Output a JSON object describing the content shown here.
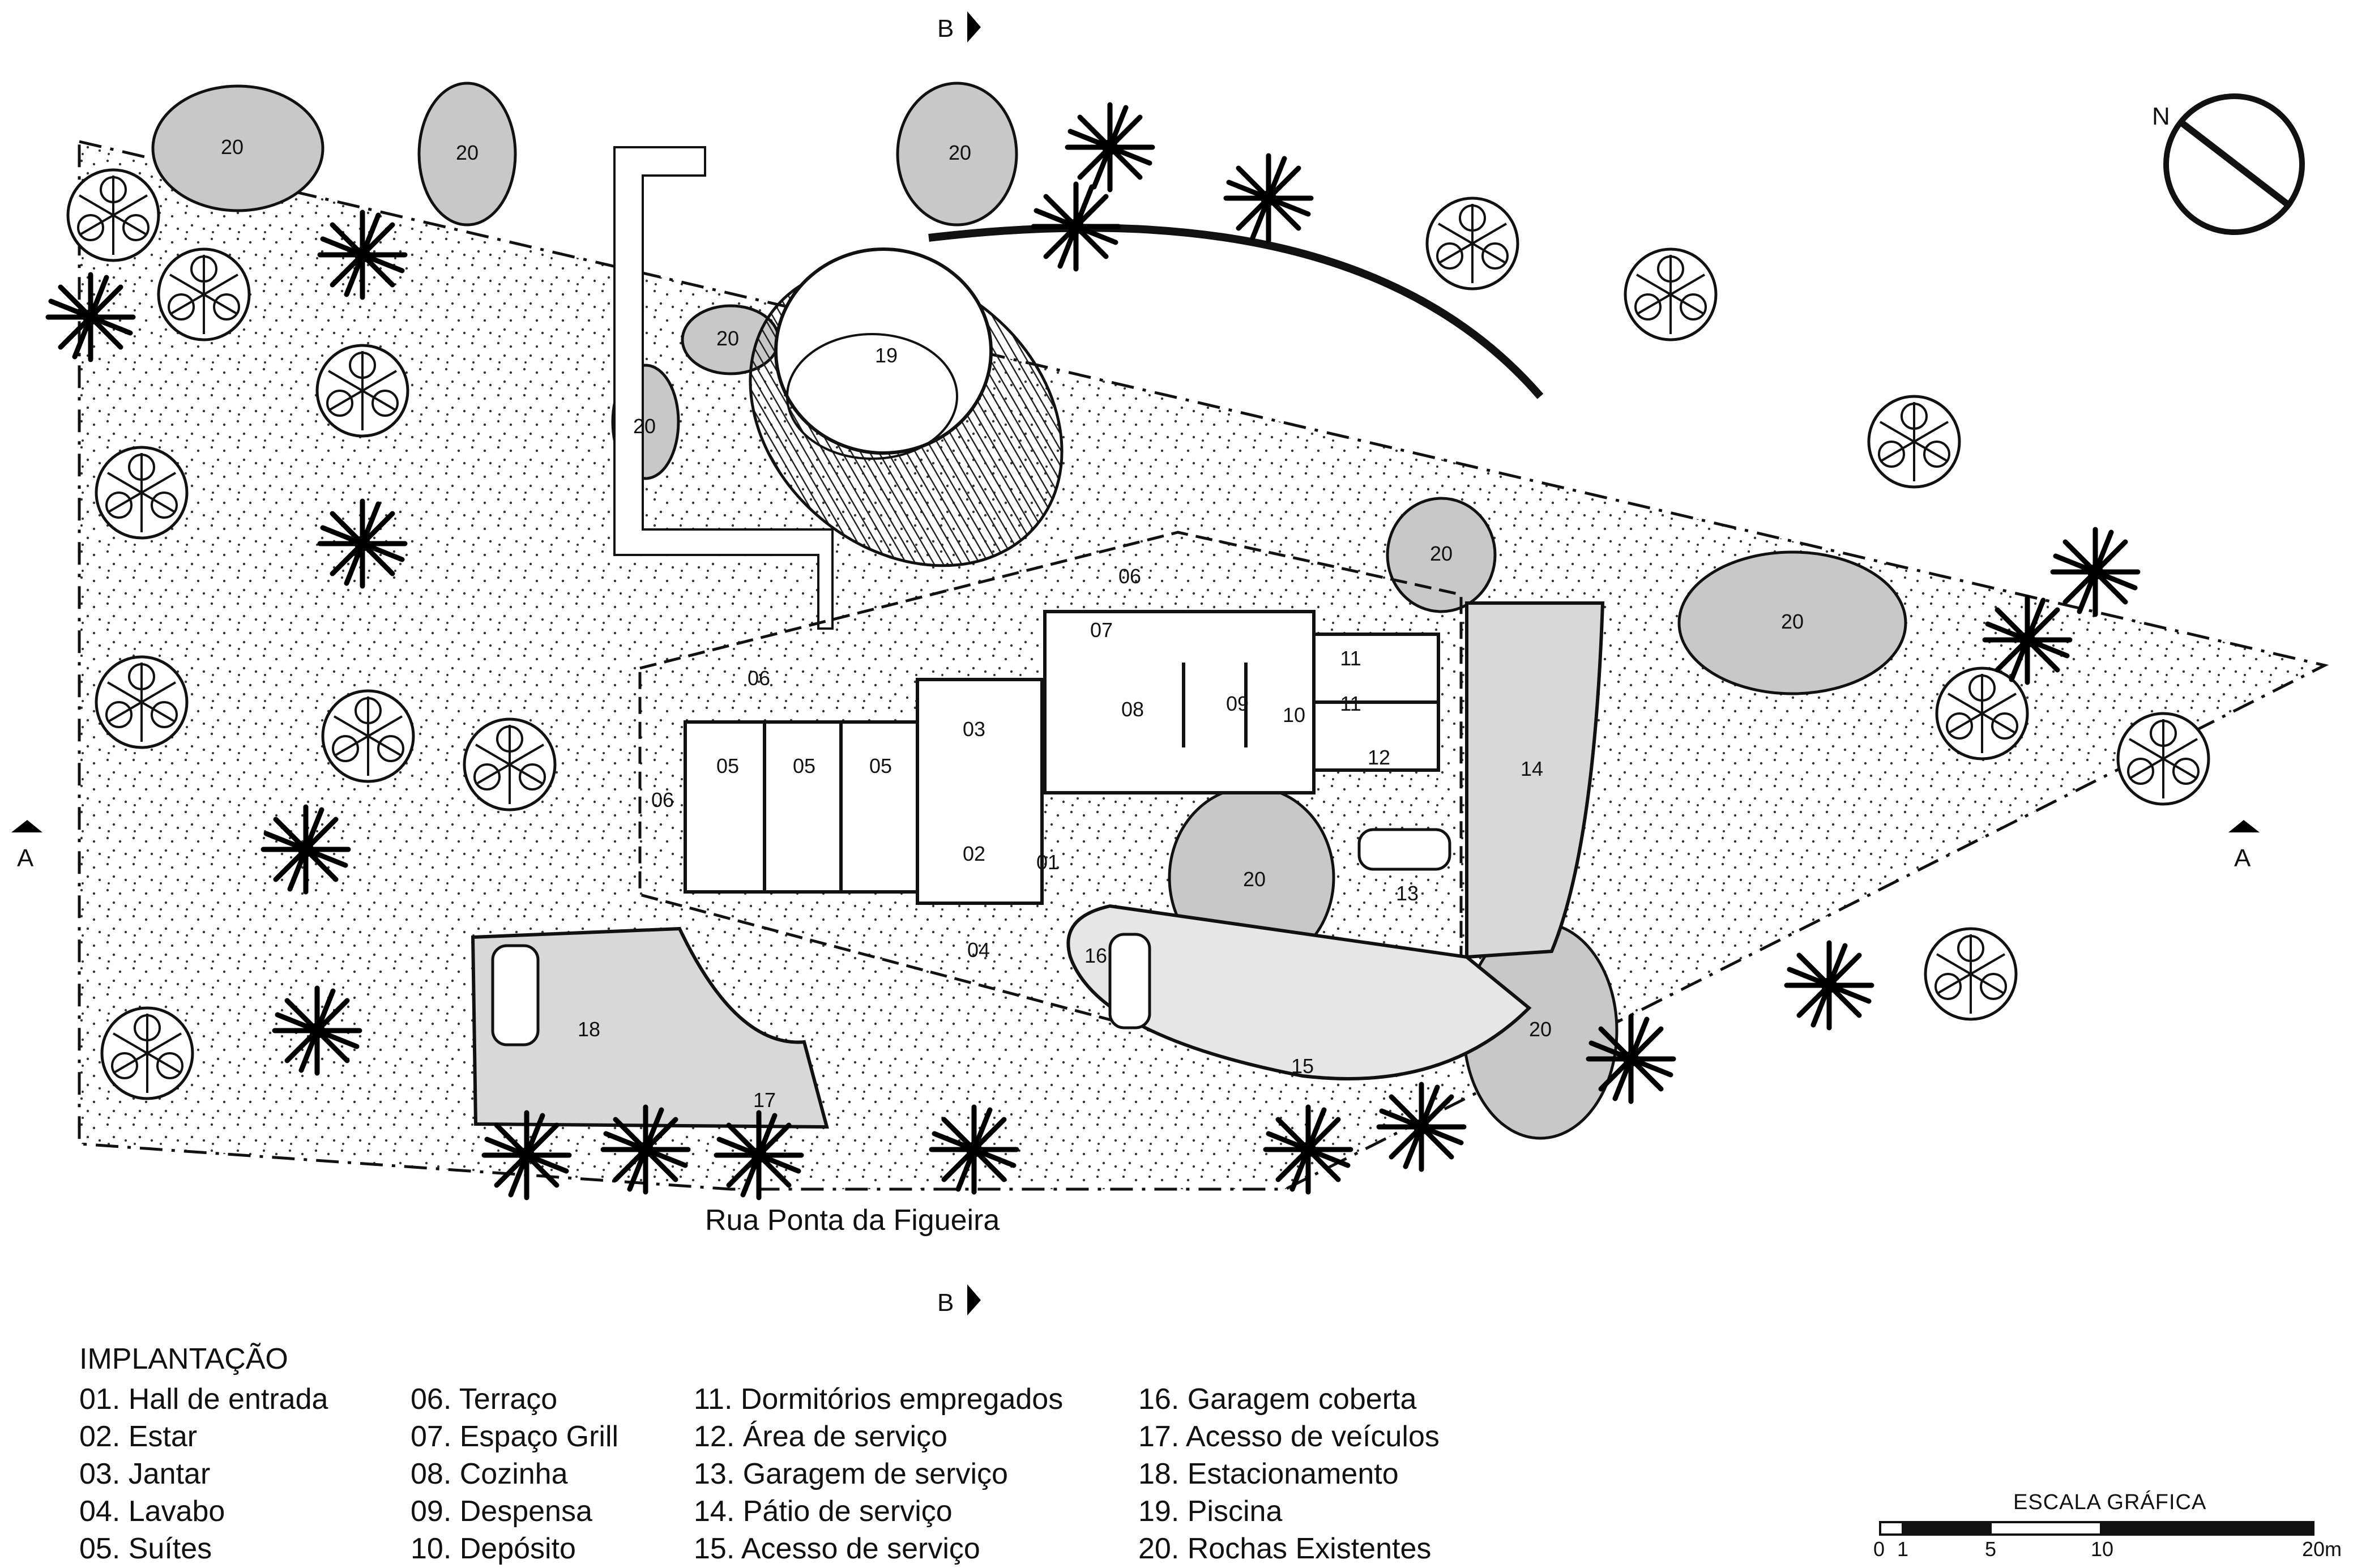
{
  "plan": {
    "title": "IMPLANTAÇÃO",
    "street": "Rua Ponta da Figueira",
    "section_marks": {
      "a_left": "A",
      "a_right": "A",
      "b_top": "B",
      "b_bottom": "B"
    },
    "north": "N",
    "legend": [
      [
        "01. Hall de entrada",
        "02. Estar",
        "03. Jantar",
        "04. Lavabo",
        "05. Suítes"
      ],
      [
        "06. Terraço",
        "07. Espaço Grill",
        "08. Cozinha",
        "09. Despensa",
        "10. Depósito"
      ],
      [
        "11. Dormitórios empregados",
        "12. Área de serviço",
        "13. Garagem de serviço",
        "14. Pátio de serviço",
        "15. Acesso de serviço"
      ],
      [
        "16. Garagem coberta",
        "17. Acesso de veículos",
        "18. Estacionamento",
        "19. Piscina",
        "20. Rochas Existentes"
      ]
    ],
    "scale": {
      "title": "ESCALA GRÁFICA",
      "ticks": [
        "0",
        "1",
        "5",
        "10",
        "20m"
      ]
    },
    "labels": {
      "rock": "20",
      "pool": "19",
      "terrace": "06",
      "grill": "07",
      "kitchen": "08",
      "pantry": "09",
      "storage": "10",
      "staff_room": "11",
      "laundry": "12",
      "dining": "03",
      "living": "02",
      "hall": "01",
      "powder": "04",
      "suite": "05",
      "service_garage": "13",
      "service_patio": "14",
      "service_access": "15",
      "covered_garage": "16",
      "vehicle_access": "17",
      "parking": "18"
    }
  }
}
